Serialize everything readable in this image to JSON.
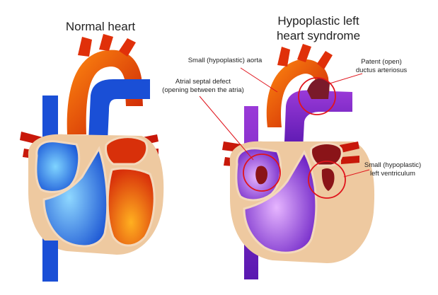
{
  "titles": {
    "normal": "Normal heart",
    "hlhs_line1": "Hypoplastic left",
    "hlhs_line2": "heart syndrome"
  },
  "labels": {
    "aorta": "Small (hypoplastic) aorta",
    "asd_line1": "Atrial septal defect",
    "asd_line2": "(opening between the atria)",
    "pda_line1": "Patent (open)",
    "pda_line2": "ductus arteriosus",
    "lv_line1": "Small (hypoplastic)",
    "lv_line2": "left ventriculum"
  },
  "colors": {
    "oxygenated": "#d81e05",
    "deoxygenated": "#1a4fd6",
    "mixed": "#7a22c8",
    "muscle": "#eec9a0",
    "outline": "#f3d8bc",
    "highlight": "#e0141c"
  }
}
